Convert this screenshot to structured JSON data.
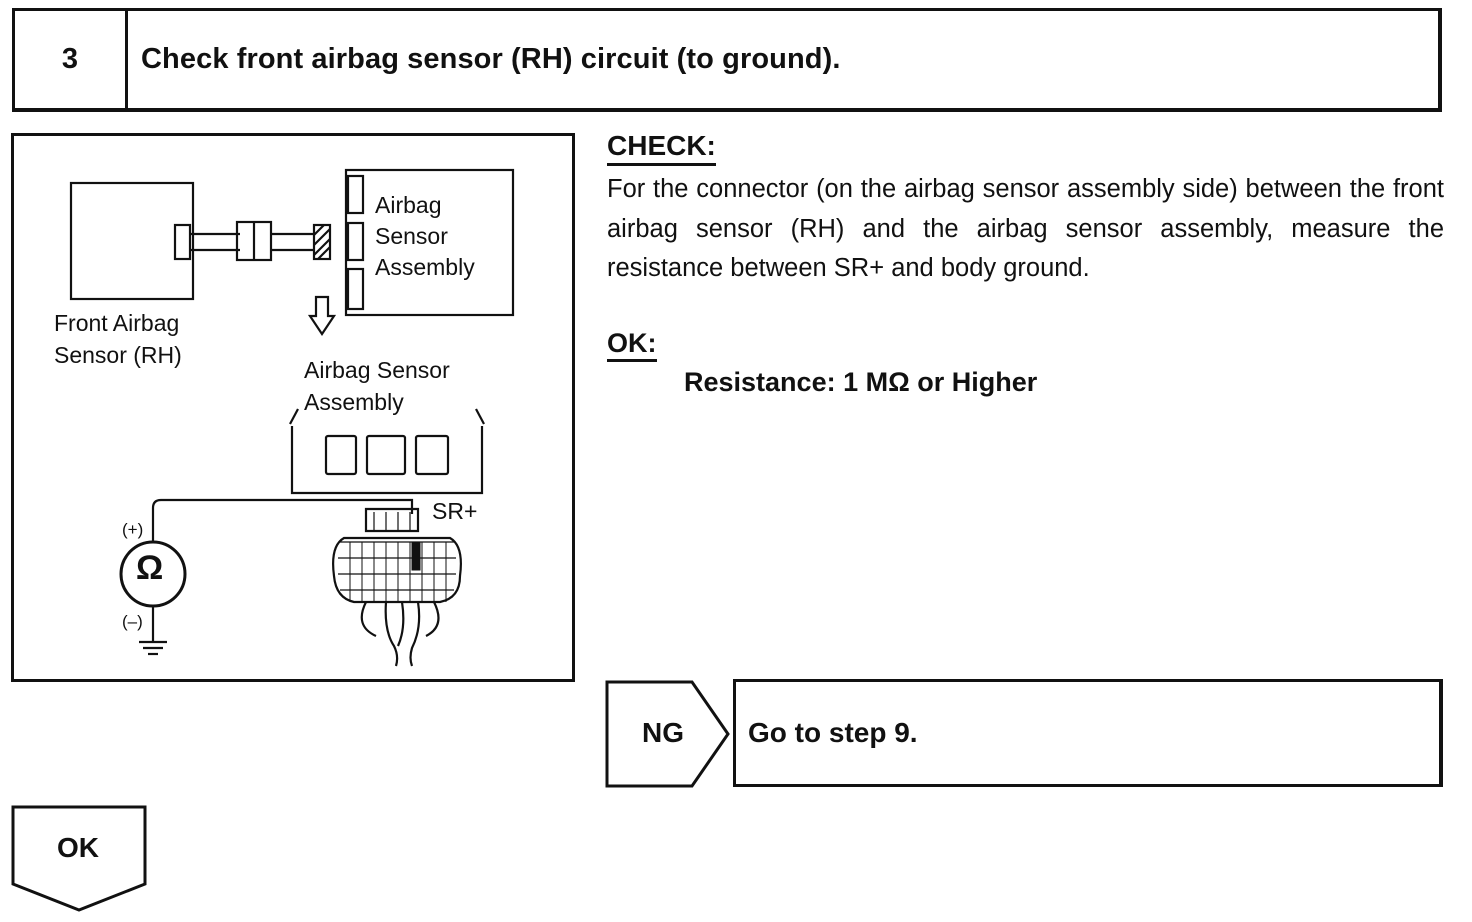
{
  "header": {
    "step_number": "3",
    "title": "Check front airbag sensor (RH) circuit (to ground)."
  },
  "diagram": {
    "front_sensor_label_1": "Front Airbag",
    "front_sensor_label_2": "Sensor (RH)",
    "assembly_label_1": "Airbag",
    "assembly_label_2": "Sensor",
    "assembly_label_3": "Assembly",
    "assembly_bottom_label_1": "Airbag Sensor",
    "assembly_bottom_label_2": "Assembly",
    "terminal_label": "SR+",
    "meter_symbol": "Ω",
    "positive_lead": "(+)",
    "negative_lead": "(–)"
  },
  "check": {
    "heading": "CHECK:",
    "text": "For the connector (on the airbag sensor assembly side) between the front airbag sensor (RH) and the airbag sensor assembly, measure the resistance between SR+ and body ground."
  },
  "ok": {
    "heading": "OK:",
    "spec": "Resistance: 1 MΩ or Higher"
  },
  "ng_branch": {
    "label": "NG",
    "action": "Go to step 9."
  },
  "ok_branch": {
    "label": "OK"
  }
}
